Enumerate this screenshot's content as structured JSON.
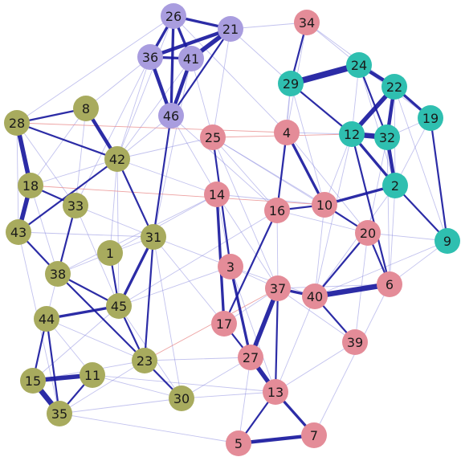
{
  "graph": {
    "groups": {
      "olive": "#a8ab5e",
      "lavender": "#a99ddf",
      "pink": "#e48c98",
      "teal": "#2fbfb0"
    },
    "edge_colors": {
      "strong": "#1a1a9e",
      "weak": "#8f8fe0",
      "negative": "#e88a8a"
    },
    "nodes": [
      {
        "id": "26",
        "group": "lavender"
      },
      {
        "id": "21",
        "group": "lavender"
      },
      {
        "id": "36",
        "group": "lavender"
      },
      {
        "id": "41",
        "group": "lavender"
      },
      {
        "id": "46",
        "group": "lavender"
      },
      {
        "id": "34",
        "group": "pink"
      },
      {
        "id": "25",
        "group": "pink"
      },
      {
        "id": "4",
        "group": "pink"
      },
      {
        "id": "14",
        "group": "pink"
      },
      {
        "id": "16",
        "group": "pink"
      },
      {
        "id": "10",
        "group": "pink"
      },
      {
        "id": "20",
        "group": "pink"
      },
      {
        "id": "3",
        "group": "pink"
      },
      {
        "id": "37",
        "group": "pink"
      },
      {
        "id": "40",
        "group": "pink"
      },
      {
        "id": "6",
        "group": "pink"
      },
      {
        "id": "17",
        "group": "pink"
      },
      {
        "id": "39",
        "group": "pink"
      },
      {
        "id": "27",
        "group": "pink"
      },
      {
        "id": "13",
        "group": "pink"
      },
      {
        "id": "7",
        "group": "pink"
      },
      {
        "id": "5",
        "group": "pink"
      },
      {
        "id": "24",
        "group": "teal"
      },
      {
        "id": "29",
        "group": "teal"
      },
      {
        "id": "22",
        "group": "teal"
      },
      {
        "id": "19",
        "group": "teal"
      },
      {
        "id": "12",
        "group": "teal"
      },
      {
        "id": "32",
        "group": "teal"
      },
      {
        "id": "2",
        "group": "teal"
      },
      {
        "id": "9",
        "group": "teal"
      },
      {
        "id": "28",
        "group": "olive"
      },
      {
        "id": "8",
        "group": "olive"
      },
      {
        "id": "42",
        "group": "olive"
      },
      {
        "id": "18",
        "group": "olive"
      },
      {
        "id": "33",
        "group": "olive"
      },
      {
        "id": "43",
        "group": "olive"
      },
      {
        "id": "31",
        "group": "olive"
      },
      {
        "id": "1",
        "group": "olive"
      },
      {
        "id": "38",
        "group": "olive"
      },
      {
        "id": "45",
        "group": "olive"
      },
      {
        "id": "44",
        "group": "olive"
      },
      {
        "id": "23",
        "group": "olive"
      },
      {
        "id": "15",
        "group": "olive"
      },
      {
        "id": "11",
        "group": "olive"
      },
      {
        "id": "35",
        "group": "olive"
      },
      {
        "id": "30",
        "group": "olive"
      }
    ],
    "edges": [
      {
        "s": "26",
        "t": "21",
        "w": 3
      },
      {
        "s": "26",
        "t": "36",
        "w": 3
      },
      {
        "s": "26",
        "t": "41",
        "w": 3
      },
      {
        "s": "26",
        "t": "46",
        "w": 3
      },
      {
        "s": "21",
        "t": "36",
        "w": 4
      },
      {
        "s": "21",
        "t": "41",
        "w": 5
      },
      {
        "s": "36",
        "t": "41",
        "w": 3
      },
      {
        "s": "36",
        "t": "46",
        "w": 4
      },
      {
        "s": "41",
        "t": "46",
        "w": 4
      },
      {
        "s": "21",
        "t": "46",
        "w": 2
      },
      {
        "s": "28",
        "t": "18",
        "w": 5
      },
      {
        "s": "18",
        "t": "43",
        "w": 5
      },
      {
        "s": "8",
        "t": "42",
        "w": 4
      },
      {
        "s": "28",
        "t": "42",
        "w": 2
      },
      {
        "s": "18",
        "t": "33",
        "w": 2
      },
      {
        "s": "33",
        "t": "38",
        "w": 2
      },
      {
        "s": "43",
        "t": "38",
        "w": 2
      },
      {
        "s": "42",
        "t": "43",
        "w": 2
      },
      {
        "s": "1",
        "t": "45",
        "w": 2
      },
      {
        "s": "31",
        "t": "45",
        "w": 3
      },
      {
        "s": "38",
        "t": "45",
        "w": 2
      },
      {
        "s": "44",
        "t": "45",
        "w": 3
      },
      {
        "s": "38",
        "t": "23",
        "w": 2
      },
      {
        "s": "45",
        "t": "23",
        "w": 2
      },
      {
        "s": "15",
        "t": "11",
        "w": 5
      },
      {
        "s": "15",
        "t": "35",
        "w": 6
      },
      {
        "s": "44",
        "t": "15",
        "w": 2
      },
      {
        "s": "44",
        "t": "35",
        "w": 2
      },
      {
        "s": "11",
        "t": "35",
        "w": 2
      },
      {
        "s": "23",
        "t": "30",
        "w": 2
      },
      {
        "s": "31",
        "t": "23",
        "w": 2
      },
      {
        "s": "42",
        "t": "31",
        "w": 2
      },
      {
        "s": "46",
        "t": "31",
        "w": 2
      },
      {
        "s": "28",
        "t": "8",
        "w": 2
      },
      {
        "s": "29",
        "t": "24",
        "w": 7
      },
      {
        "s": "24",
        "t": "22",
        "w": 4
      },
      {
        "s": "22",
        "t": "12",
        "w": 5
      },
      {
        "s": "22",
        "t": "32",
        "w": 4
      },
      {
        "s": "12",
        "t": "32",
        "w": 6
      },
      {
        "s": "22",
        "t": "19",
        "w": 3
      },
      {
        "s": "32",
        "t": "2",
        "w": 4
      },
      {
        "s": "12",
        "t": "2",
        "w": 3
      },
      {
        "s": "24",
        "t": "32",
        "w": 2
      },
      {
        "s": "19",
        "t": "9",
        "w": 2
      },
      {
        "s": "2",
        "t": "9",
        "w": 2
      },
      {
        "s": "29",
        "t": "12",
        "w": 2
      },
      {
        "s": "37",
        "t": "27",
        "w": 5
      },
      {
        "s": "27",
        "t": "13",
        "w": 5
      },
      {
        "s": "13",
        "t": "7",
        "w": 3
      },
      {
        "s": "5",
        "t": "7",
        "w": 4
      },
      {
        "s": "40",
        "t": "6",
        "w": 6
      },
      {
        "s": "37",
        "t": "40",
        "w": 3
      },
      {
        "s": "3",
        "t": "27",
        "w": 3
      },
      {
        "s": "14",
        "t": "17",
        "w": 3
      },
      {
        "s": "17",
        "t": "27",
        "w": 2
      },
      {
        "s": "4",
        "t": "16",
        "w": 2
      },
      {
        "s": "16",
        "t": "10",
        "w": 2
      },
      {
        "s": "10",
        "t": "2",
        "w": 3
      },
      {
        "s": "10",
        "t": "20",
        "w": 2
      },
      {
        "s": "20",
        "t": "40",
        "w": 2
      },
      {
        "s": "4",
        "t": "10",
        "w": 3
      },
      {
        "s": "13",
        "t": "5",
        "w": 2
      },
      {
        "s": "37",
        "t": "13",
        "w": 2
      },
      {
        "s": "6",
        "t": "20",
        "w": 2
      },
      {
        "s": "17",
        "t": "16",
        "w": 2
      },
      {
        "s": "25",
        "t": "3",
        "w": 2
      },
      {
        "s": "34",
        "t": "29",
        "w": 2
      },
      {
        "s": "40",
        "t": "39",
        "w": 2
      },
      {
        "s": "12",
        "t": "6",
        "w": 2
      },
      {
        "s": "26",
        "t": "28",
        "w": 1
      },
      {
        "s": "28",
        "t": "43",
        "w": 1
      },
      {
        "s": "43",
        "t": "35",
        "w": 1
      },
      {
        "s": "35",
        "t": "5",
        "w": 1
      },
      {
        "s": "5",
        "t": "7",
        "w": 1
      },
      {
        "s": "7",
        "t": "6",
        "w": 1
      },
      {
        "s": "9",
        "t": "6",
        "w": 1
      },
      {
        "s": "34",
        "t": "24",
        "w": 1
      },
      {
        "s": "21",
        "t": "34",
        "w": 1
      },
      {
        "s": "42",
        "t": "25",
        "w": 1
      },
      {
        "s": "31",
        "t": "3",
        "w": 1
      },
      {
        "s": "45",
        "t": "3",
        "w": 1
      },
      {
        "s": "45",
        "t": "16",
        "w": 1
      },
      {
        "s": "38",
        "t": "14",
        "w": 1
      },
      {
        "s": "1",
        "t": "14",
        "w": 1
      },
      {
        "s": "30",
        "t": "27",
        "w": 1
      },
      {
        "s": "30",
        "t": "13",
        "w": 1
      },
      {
        "s": "23",
        "t": "27",
        "w": 1
      },
      {
        "s": "11",
        "t": "13",
        "w": 1
      },
      {
        "s": "15",
        "t": "23",
        "w": 1
      },
      {
        "s": "35",
        "t": "23",
        "w": 1
      },
      {
        "s": "44",
        "t": "11",
        "w": 1
      },
      {
        "s": "33",
        "t": "31",
        "w": 1
      },
      {
        "s": "8",
        "t": "33",
        "w": 1
      },
      {
        "s": "18",
        "t": "42",
        "w": 1
      },
      {
        "s": "36",
        "t": "42",
        "w": 1
      },
      {
        "s": "46",
        "t": "14",
        "w": 1
      },
      {
        "s": "41",
        "t": "25",
        "w": 1
      },
      {
        "s": "26",
        "t": "4",
        "w": 1
      },
      {
        "s": "21",
        "t": "29",
        "w": 1
      },
      {
        "s": "46",
        "t": "16",
        "w": 1
      },
      {
        "s": "25",
        "t": "16",
        "w": 1
      },
      {
        "s": "25",
        "t": "10",
        "w": 1
      },
      {
        "s": "4",
        "t": "12",
        "w": 1
      },
      {
        "s": "4",
        "t": "29",
        "w": 1
      },
      {
        "s": "16",
        "t": "20",
        "w": 1
      },
      {
        "s": "14",
        "t": "37",
        "w": 1
      },
      {
        "s": "3",
        "t": "37",
        "w": 1
      },
      {
        "s": "3",
        "t": "40",
        "w": 1
      },
      {
        "s": "17",
        "t": "37",
        "w": 1
      },
      {
        "s": "16",
        "t": "37",
        "w": 1
      },
      {
        "s": "10",
        "t": "40",
        "w": 1
      },
      {
        "s": "20",
        "t": "39",
        "w": 1
      },
      {
        "s": "39",
        "t": "13",
        "w": 1
      },
      {
        "s": "37",
        "t": "39",
        "w": 1
      },
      {
        "s": "2",
        "t": "6",
        "w": 1
      },
      {
        "s": "2",
        "t": "40",
        "w": 1
      },
      {
        "s": "32",
        "t": "20",
        "w": 1
      },
      {
        "s": "19",
        "t": "2",
        "w": 1
      },
      {
        "s": "22",
        "t": "2",
        "w": 1
      },
      {
        "s": "29",
        "t": "10",
        "w": 1
      },
      {
        "s": "12",
        "t": "10",
        "w": 1
      },
      {
        "s": "24",
        "t": "12",
        "w": 1
      },
      {
        "s": "24",
        "t": "19",
        "w": 1
      },
      {
        "s": "31",
        "t": "17",
        "w": 1
      },
      {
        "s": "42",
        "t": "14",
        "w": 1
      },
      {
        "s": "43",
        "t": "31",
        "w": 1
      },
      {
        "s": "38",
        "t": "44",
        "w": 1
      },
      {
        "s": "1",
        "t": "38",
        "w": 1
      },
      {
        "s": "28",
        "t": "33",
        "w": 1
      },
      {
        "s": "44",
        "t": "23",
        "w": 1
      },
      {
        "s": "45",
        "t": "30",
        "w": 1
      },
      {
        "s": "11",
        "t": "30",
        "w": 1
      },
      {
        "s": "15",
        "t": "45",
        "w": 1
      },
      {
        "s": "27",
        "t": "5",
        "w": 1
      },
      {
        "s": "17",
        "t": "13",
        "w": 1
      },
      {
        "s": "3",
        "t": "13",
        "w": 1
      },
      {
        "s": "40",
        "t": "13",
        "w": 1
      },
      {
        "s": "6",
        "t": "37",
        "w": 1
      },
      {
        "s": "9",
        "t": "40",
        "w": 1
      },
      {
        "s": "9",
        "t": "20",
        "w": 1
      },
      {
        "s": "25",
        "t": "37",
        "w": 1
      },
      {
        "s": "14",
        "t": "3",
        "w": 1
      },
      {
        "s": "34",
        "t": "4",
        "w": 1
      },
      {
        "s": "34",
        "t": "22",
        "w": 1
      },
      {
        "s": "41",
        "t": "42",
        "w": 1
      },
      {
        "s": "26",
        "t": "42",
        "w": 1
      },
      {
        "s": "36",
        "t": "8",
        "w": 1
      },
      {
        "s": "46",
        "t": "42",
        "w": 1
      },
      {
        "s": "21",
        "t": "25",
        "w": 1
      },
      {
        "s": "36",
        "t": "33",
        "w": 1
      },
      {
        "s": "41",
        "t": "31",
        "w": 1
      },
      {
        "s": "25",
        "t": "20",
        "w": 1
      },
      {
        "s": "4",
        "t": "20",
        "w": 1
      },
      {
        "s": "14",
        "t": "10",
        "w": 1
      },
      {
        "s": "1",
        "t": "31",
        "w": 1
      },
      {
        "s": "33",
        "t": "45",
        "w": 1
      },
      {
        "s": "18",
        "t": "38",
        "w": 1
      },
      {
        "s": "8",
        "t": "18",
        "w": 1
      },
      {
        "s": "42",
        "t": "45",
        "w": 1
      },
      {
        "s": "42",
        "t": "1",
        "w": 1
      },
      {
        "s": "35",
        "t": "30",
        "w": 1
      },
      {
        "s": "31",
        "t": "30",
        "w": 1
      },
      {
        "s": "12",
        "t": "40",
        "w": 1
      },
      {
        "s": "32",
        "t": "6",
        "w": 1
      },
      {
        "s": "19",
        "t": "32",
        "w": 1
      },
      {
        "s": "29",
        "t": "16",
        "w": 1
      },
      {
        "s": "24",
        "t": "2",
        "w": 1
      },
      {
        "s": "22",
        "t": "9",
        "w": 1
      }
    ],
    "negative_edges": [
      {
        "s": "18",
        "t": "10"
      },
      {
        "s": "25",
        "t": "12"
      },
      {
        "s": "23",
        "t": "37"
      },
      {
        "s": "28",
        "t": "4"
      }
    ]
  }
}
